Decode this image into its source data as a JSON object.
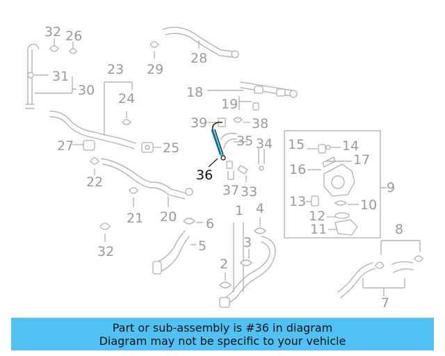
{
  "highlight_color": "#4fc1f3",
  "callouts": {
    "c1": "1",
    "c2": "2",
    "c3": "3",
    "c4": "4",
    "c5": "5",
    "c6": "6",
    "c7": "7",
    "c8": "8",
    "c9": "9",
    "c10": "10",
    "c11": "11",
    "c12": "12",
    "c13": "13",
    "c14": "14",
    "c15": "15",
    "c16": "16",
    "c17": "17",
    "c18": "18",
    "c19": "19",
    "c20": "20",
    "c21": "21",
    "c22": "22",
    "c23": "23",
    "c24": "24",
    "c25": "25",
    "c26": "26",
    "c27": "27",
    "c28": "28",
    "c29": "29",
    "c30": "30",
    "c31": "31",
    "c32a": "32",
    "c32b": "32",
    "c33": "33",
    "c34": "34",
    "c35": "35",
    "c36": "36",
    "c37": "37",
    "c38": "38",
    "c39": "39"
  },
  "banner": {
    "line1": "Part or sub-assembly is #36 in diagram",
    "line2": "Diagram may not be specific to your vehicle"
  }
}
